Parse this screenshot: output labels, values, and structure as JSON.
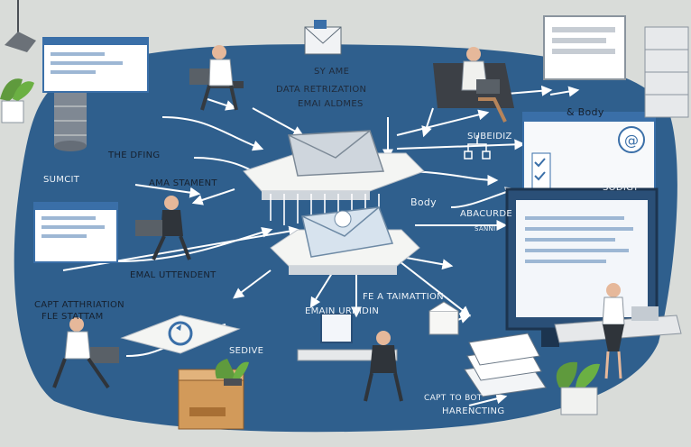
{
  "labels": {
    "sy_ame": "SY AME",
    "data_retrization": "DATA RETRIZATION",
    "emai_aldmes": "EMAI ALDMES",
    "the_dfing": "THE DFING",
    "ama_statement": "AMA STAMENT",
    "sumcit": "SUMCIT",
    "subeidiz": "SUBEIDIZ",
    "and_body": "& Body",
    "body": "Body",
    "sodigy": "SODIGY",
    "abacurde": "ABACURDE",
    "sanni": "SANNI",
    "email_uttendent": "EMAL UTTENDENT",
    "capt_atthriation": "CAPT ATTHRIATION",
    "fle_stattam": "FLE STATTAM",
    "fe_a_taimattion": "FE A TAIMATTION",
    "emain_urnidin": "EMAIN URNIDIN",
    "sedive": "SEDIVE",
    "capt_to_bot": "CAPT  TO BOT",
    "harencting": "HARENCTING"
  },
  "colors": {
    "floor": "#2f5f8d",
    "background": "#d9dcd9",
    "platform": "#f4f5f3",
    "envelope": "#cfd6dd",
    "monitor": "#3a6fa8",
    "plant": "#5f9a3d"
  },
  "icons": [
    "envelope-icon",
    "at-sign-icon",
    "server-stack-icon",
    "flowchart-icon",
    "checklist-icon",
    "refresh-icon",
    "plant-icon",
    "laptop-icon",
    "desk-lamp-icon"
  ]
}
